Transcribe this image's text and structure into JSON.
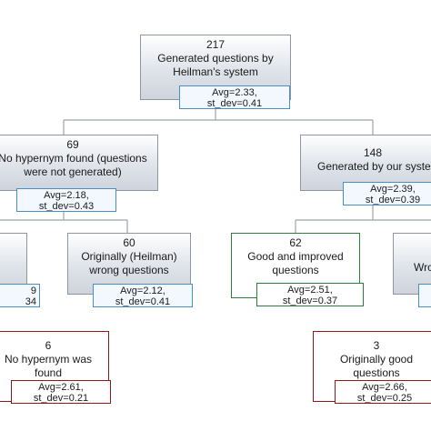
{
  "colors": {
    "edge": "#9aa3ad",
    "gray_border": "#8f96a3",
    "blue_border": "#4a8fc4",
    "green_border": "#2e7d3e",
    "red_border": "#8b1a1a"
  },
  "nodes": {
    "root": {
      "count": "217",
      "label_lines": [
        "Generated questions by",
        "Heilman's system"
      ],
      "avg": "Avg=2.33,",
      "std": "st_dev=0.41"
    },
    "no_hypernym": {
      "count": "69",
      "label_lines": [
        "No hypernym found (questions",
        "were not generated)"
      ],
      "avg": "Avg=2.18,",
      "std": "st_dev=0.43"
    },
    "our_system": {
      "count": "148",
      "label_lines": [
        "Generated by our system"
      ],
      "avg": "Avg=2.39,",
      "std": "st_dev=0.39"
    },
    "cut_left": {
      "count": "",
      "label_lines": [
        ""
      ],
      "avg": "9",
      "std": "34"
    },
    "heilman_wrong": {
      "count": "60",
      "label_lines": [
        "Originally (Heilman)",
        "wrong questions"
      ],
      "avg": "Avg=2.12,",
      "std": "st_dev=0.41"
    },
    "good_improved": {
      "count": "62",
      "label_lines": [
        "Good and improved",
        "questions"
      ],
      "avg": "Avg=2.51,",
      "std": "st_dev=0.37"
    },
    "cut_right": {
      "count": "",
      "label_lines": [
        "Wro"
      ],
      "avg": "",
      "std": ""
    },
    "no_hypernym_found": {
      "count": "6",
      "label_lines": [
        "No hypernym was",
        "found"
      ],
      "avg": "Avg=2.61,",
      "std": "st_dev=0.21"
    },
    "orig_good": {
      "count": "3",
      "label_lines": [
        "Originally good",
        "questions"
      ],
      "avg": "Avg=2.66,",
      "std": "st_dev=0.25"
    }
  }
}
